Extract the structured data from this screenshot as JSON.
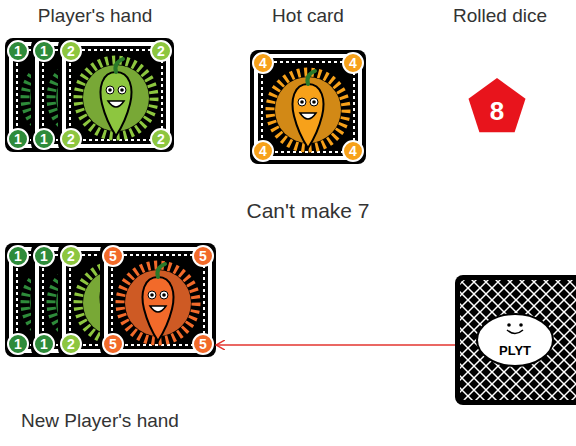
{
  "diagram": {
    "nodes": [
      {
        "text": [
          "1",
          "1"
        ]
      },
      {
        "text": [
          "1",
          "1"
        ]
      },
      {
        "text": [
          "2",
          "2",
          "2",
          "2"
        ]
      },
      {
        "text": [
          "4",
          "4",
          "4",
          "4"
        ]
      },
      {
        "text": [
          "8"
        ]
      },
      {
        "text": [
          "1",
          "1"
        ]
      },
      {
        "text": [
          "1",
          "1"
        ]
      },
      {
        "text": [
          "2",
          "2"
        ]
      },
      {
        "text": [
          "5",
          "5",
          "5",
          "5"
        ]
      },
      {
        "text": [
          "PLYT"
        ]
      }
    ],
    "edges": [
      {
        "from": 9,
        "to": 8,
        "arrow": "to"
      }
    ],
    "labels": [
      "Player's hand",
      "Hot card",
      "Rolled dice",
      "Can't make 7",
      "New Player's hand"
    ]
  }
}
